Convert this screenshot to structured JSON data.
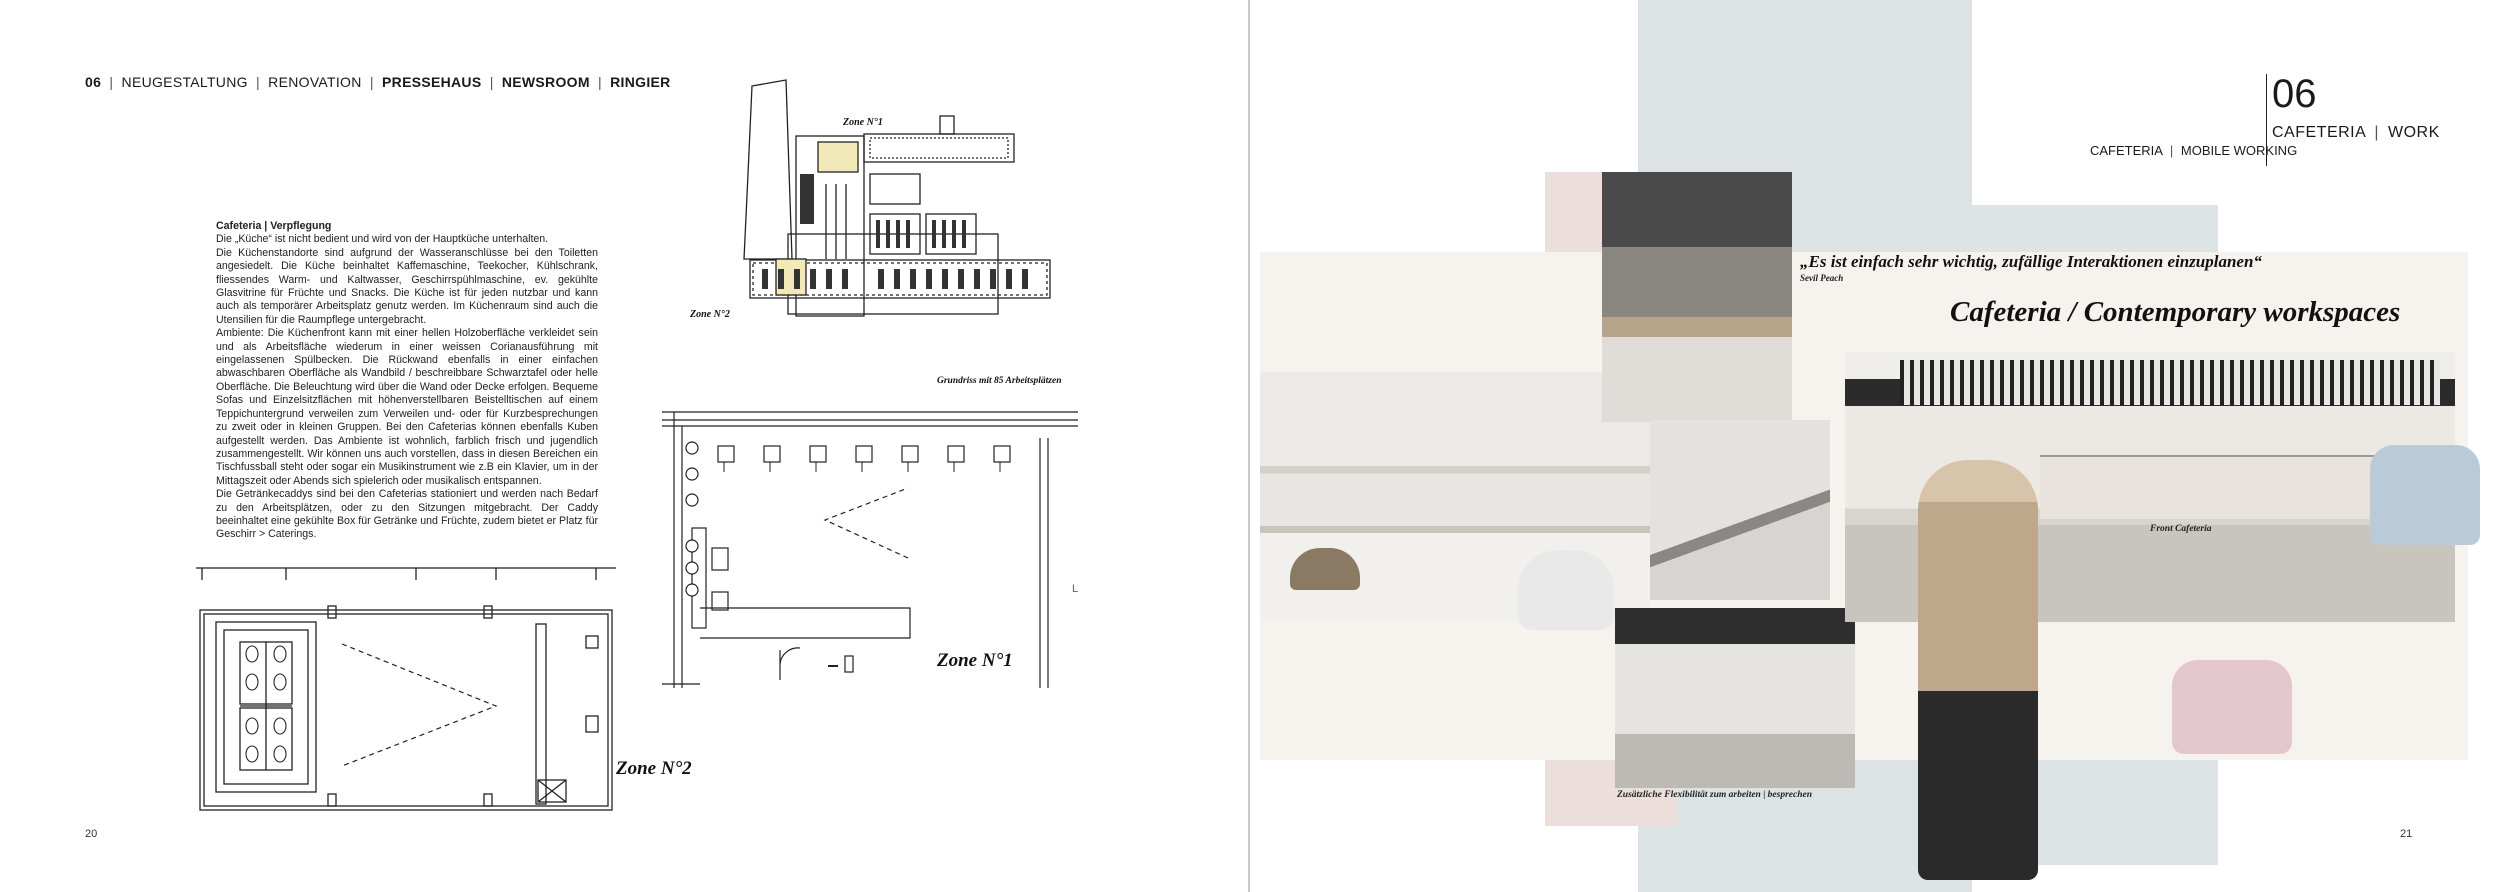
{
  "left_page": {
    "header": {
      "number": "06",
      "items": [
        "NEUGESTALTUNG",
        "RENOVATION",
        "PRESSEHAUS",
        "NEWSROOM",
        "RINGIER"
      ],
      "separator": "|"
    },
    "text": {
      "title": "Cafeteria | Verpflegung",
      "paragraphs": [
        "Die „Küche“ ist nicht bedient und wird von der Hauptküche unterhalten.",
        "Die Küchenstandorte sind aufgrund der Wasseranschlüsse bei den Toiletten angesiedelt. Die Küche beinhaltet Kaffemaschine, Teekocher, Kühlschrank, fliessendes Warm- und Kaltwasser, Geschirrspühlmaschine, ev. gekühlte Glasvitrine für Früchte und Snacks. Die Küche ist für jeden nutzbar und kann auch als temporärer Arbeitsplatz genutz werden. Im Küchenraum sind auch die Utensilien für die Raumpflege untergebracht.",
        "Ambiente: Die Küchenfront kann mit einer hellen Holzoberfläche verkleidet sein und als Arbeitsfläche wiederum in einer weissen Corianausführung mit eingelassenen Spülbecken. Die Rückwand ebenfalls in einer einfachen abwaschbaren Oberfläche als Wandbild / beschreibbare Schwarztafel oder helle Oberfläche. Die Beleuchtung wird über die Wand oder Decke erfolgen. Bequeme Sofas und Einzelsitzflächen mit höhenverstellbaren Beistelltischen auf einem Teppichuntergrund verweilen zum Verweilen und- oder für Kurzbesprechungen zu zweit oder in kleinen Gruppen. Bei den Cafeterias können ebenfalls Kuben aufgestellt werden. Das Ambiente ist wohnlich, farblich frisch und jugendlich zusammengestellt. Wir können uns auch vorstellen, dass in diesen Bereichen ein Tischfussball steht oder sogar ein Musikinstrument wie z.B ein Klavier, um in der Mittagszeit oder Abends sich spielerich oder musikalisch entspannen.",
        "Die Getränkecaddys sind bei den Cafeterias stationiert und werden nach Bedarf zu den Arbeitsplätzen, oder zu den Sitzungen mitgebracht. Der Caddy beeinhaltet eine gekühlte Box für Getränke und Früchte, zudem bietet er Platz für Geschirr > Caterings."
      ]
    },
    "plan_labels": {
      "zone1_small": "Zone N°1",
      "zone2_small": "Zone N°2",
      "plan_caption": "Grundriss mit 85 Arbeitsplätzen",
      "zone1_large": "Zone N°1",
      "zone2_large": "Zone N°2",
      "marker": "L"
    },
    "page_number": "20"
  },
  "right_page": {
    "header": {
      "number": "06",
      "title_a": "CAFETERIA",
      "title_b": "WORK",
      "sub_a": "CAFETERIA",
      "sub_b": "MOBILE WORKING"
    },
    "quote": "„Es ist einfach sehr wichtig, zufällige Interaktionen einzuplanen“",
    "quote_author": "Sevil Peach",
    "title": "Cafeteria / Contemporary workspaces",
    "caption_front": "Front Cafeteria",
    "caption_bottom": "Zusätzliche Flexibilität zum arbeiten | besprechen",
    "page_number": "21"
  },
  "colors": {
    "background": "#ffffff",
    "text": "#1a1a1a",
    "mood_slate": "#dde3e4",
    "mood_blush": "#ecdfdb",
    "mood_cream": "#f6f3ee",
    "chair_blue": "#b9cad9",
    "chair_pink": "#e3c7cc"
  }
}
